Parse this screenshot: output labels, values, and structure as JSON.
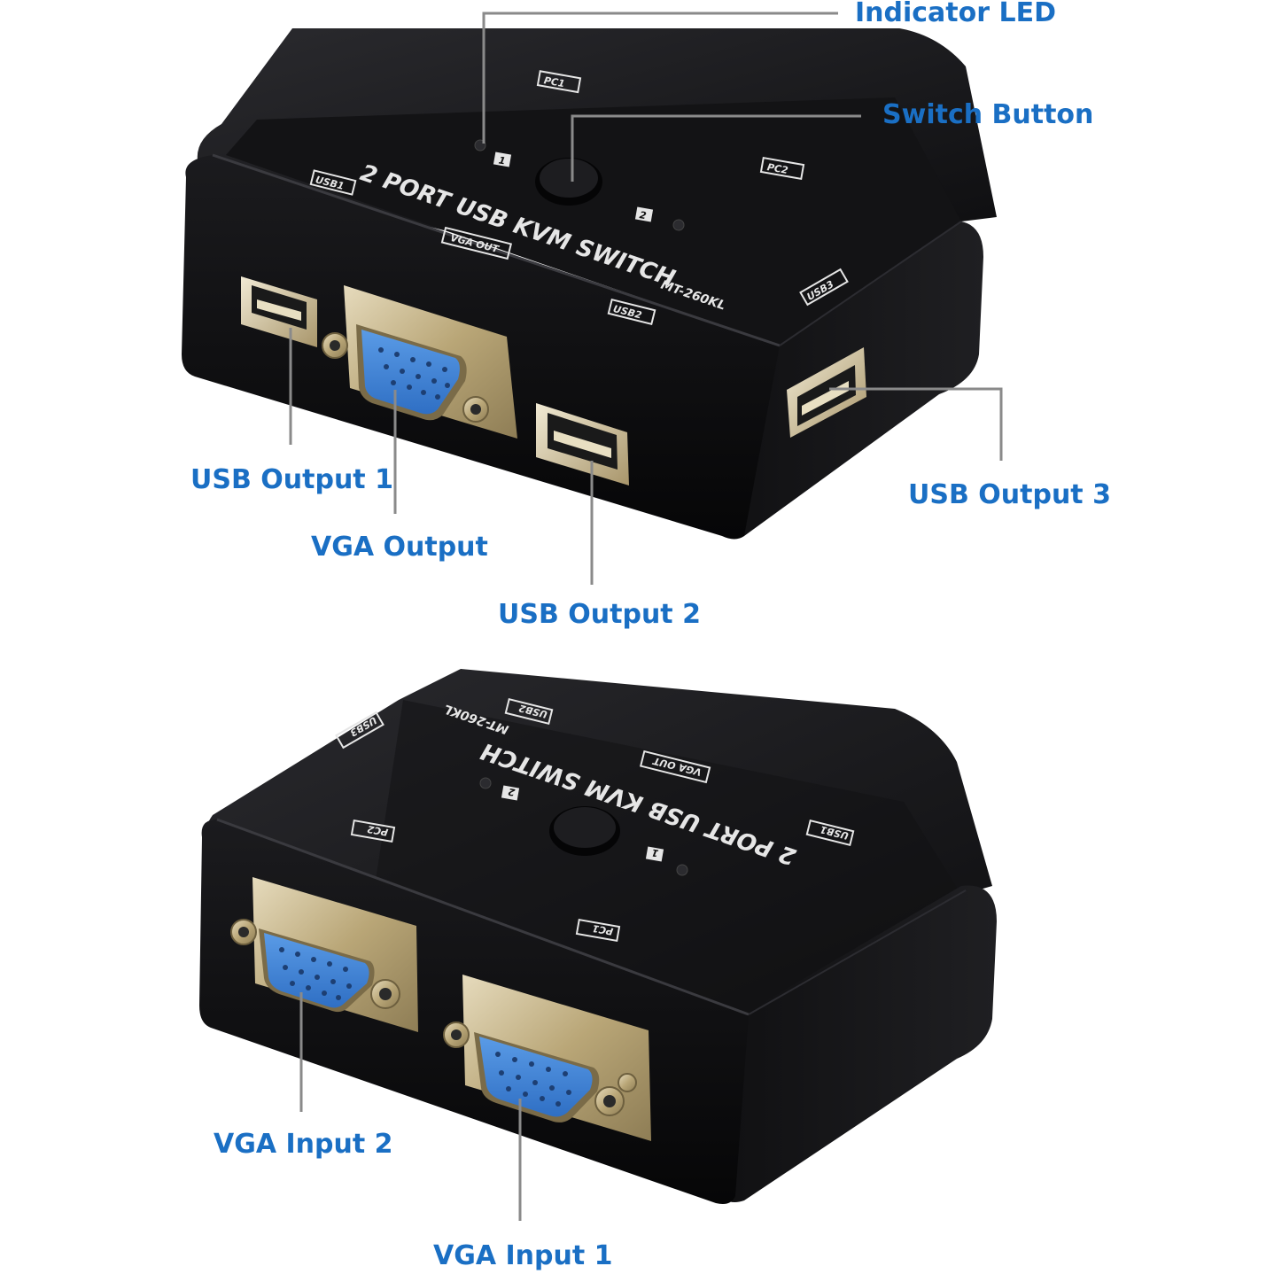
{
  "colors": {
    "label": "#1a6fc4",
    "leader": "#8a8a8a",
    "housing": "#0b0b0d",
    "housing_top": "#151517",
    "housing_edge": "#2a2a2e",
    "metal": "#c9b98f",
    "vga_blue": "#3a7fd6",
    "silkscreen": "#e6e6e6"
  },
  "callouts": {
    "indicator_led": "Indicator LED",
    "switch_button": "Switch Button",
    "usb_output_1": "USB Output 1",
    "vga_output": "VGA Output",
    "usb_output_2": "USB Output 2",
    "usb_output_3": "USB Output 3",
    "vga_input_2": "VGA Input 2",
    "vga_input_1": "VGA Input 1"
  },
  "device_top": {
    "title": "2 PORT USB KVM SWITCH",
    "model": "MT-260KL",
    "labels": {
      "pc1": "PC1",
      "pc2": "PC2",
      "usb1": "USB1",
      "usb2": "USB2",
      "usb3": "USB3",
      "vga_out": "VGA OUT",
      "led1": "1",
      "led2": "2"
    }
  },
  "device_bottom": {
    "title": "2 PORT USB KVM SWITCH",
    "model": "MT-260KL",
    "labels": {
      "pc1": "PC1",
      "pc2": "PC2",
      "usb1": "USB1",
      "usb2": "USB2",
      "usb3": "USB3",
      "vga_out": "VGA OUT",
      "led1": "1",
      "led2": "2"
    }
  }
}
